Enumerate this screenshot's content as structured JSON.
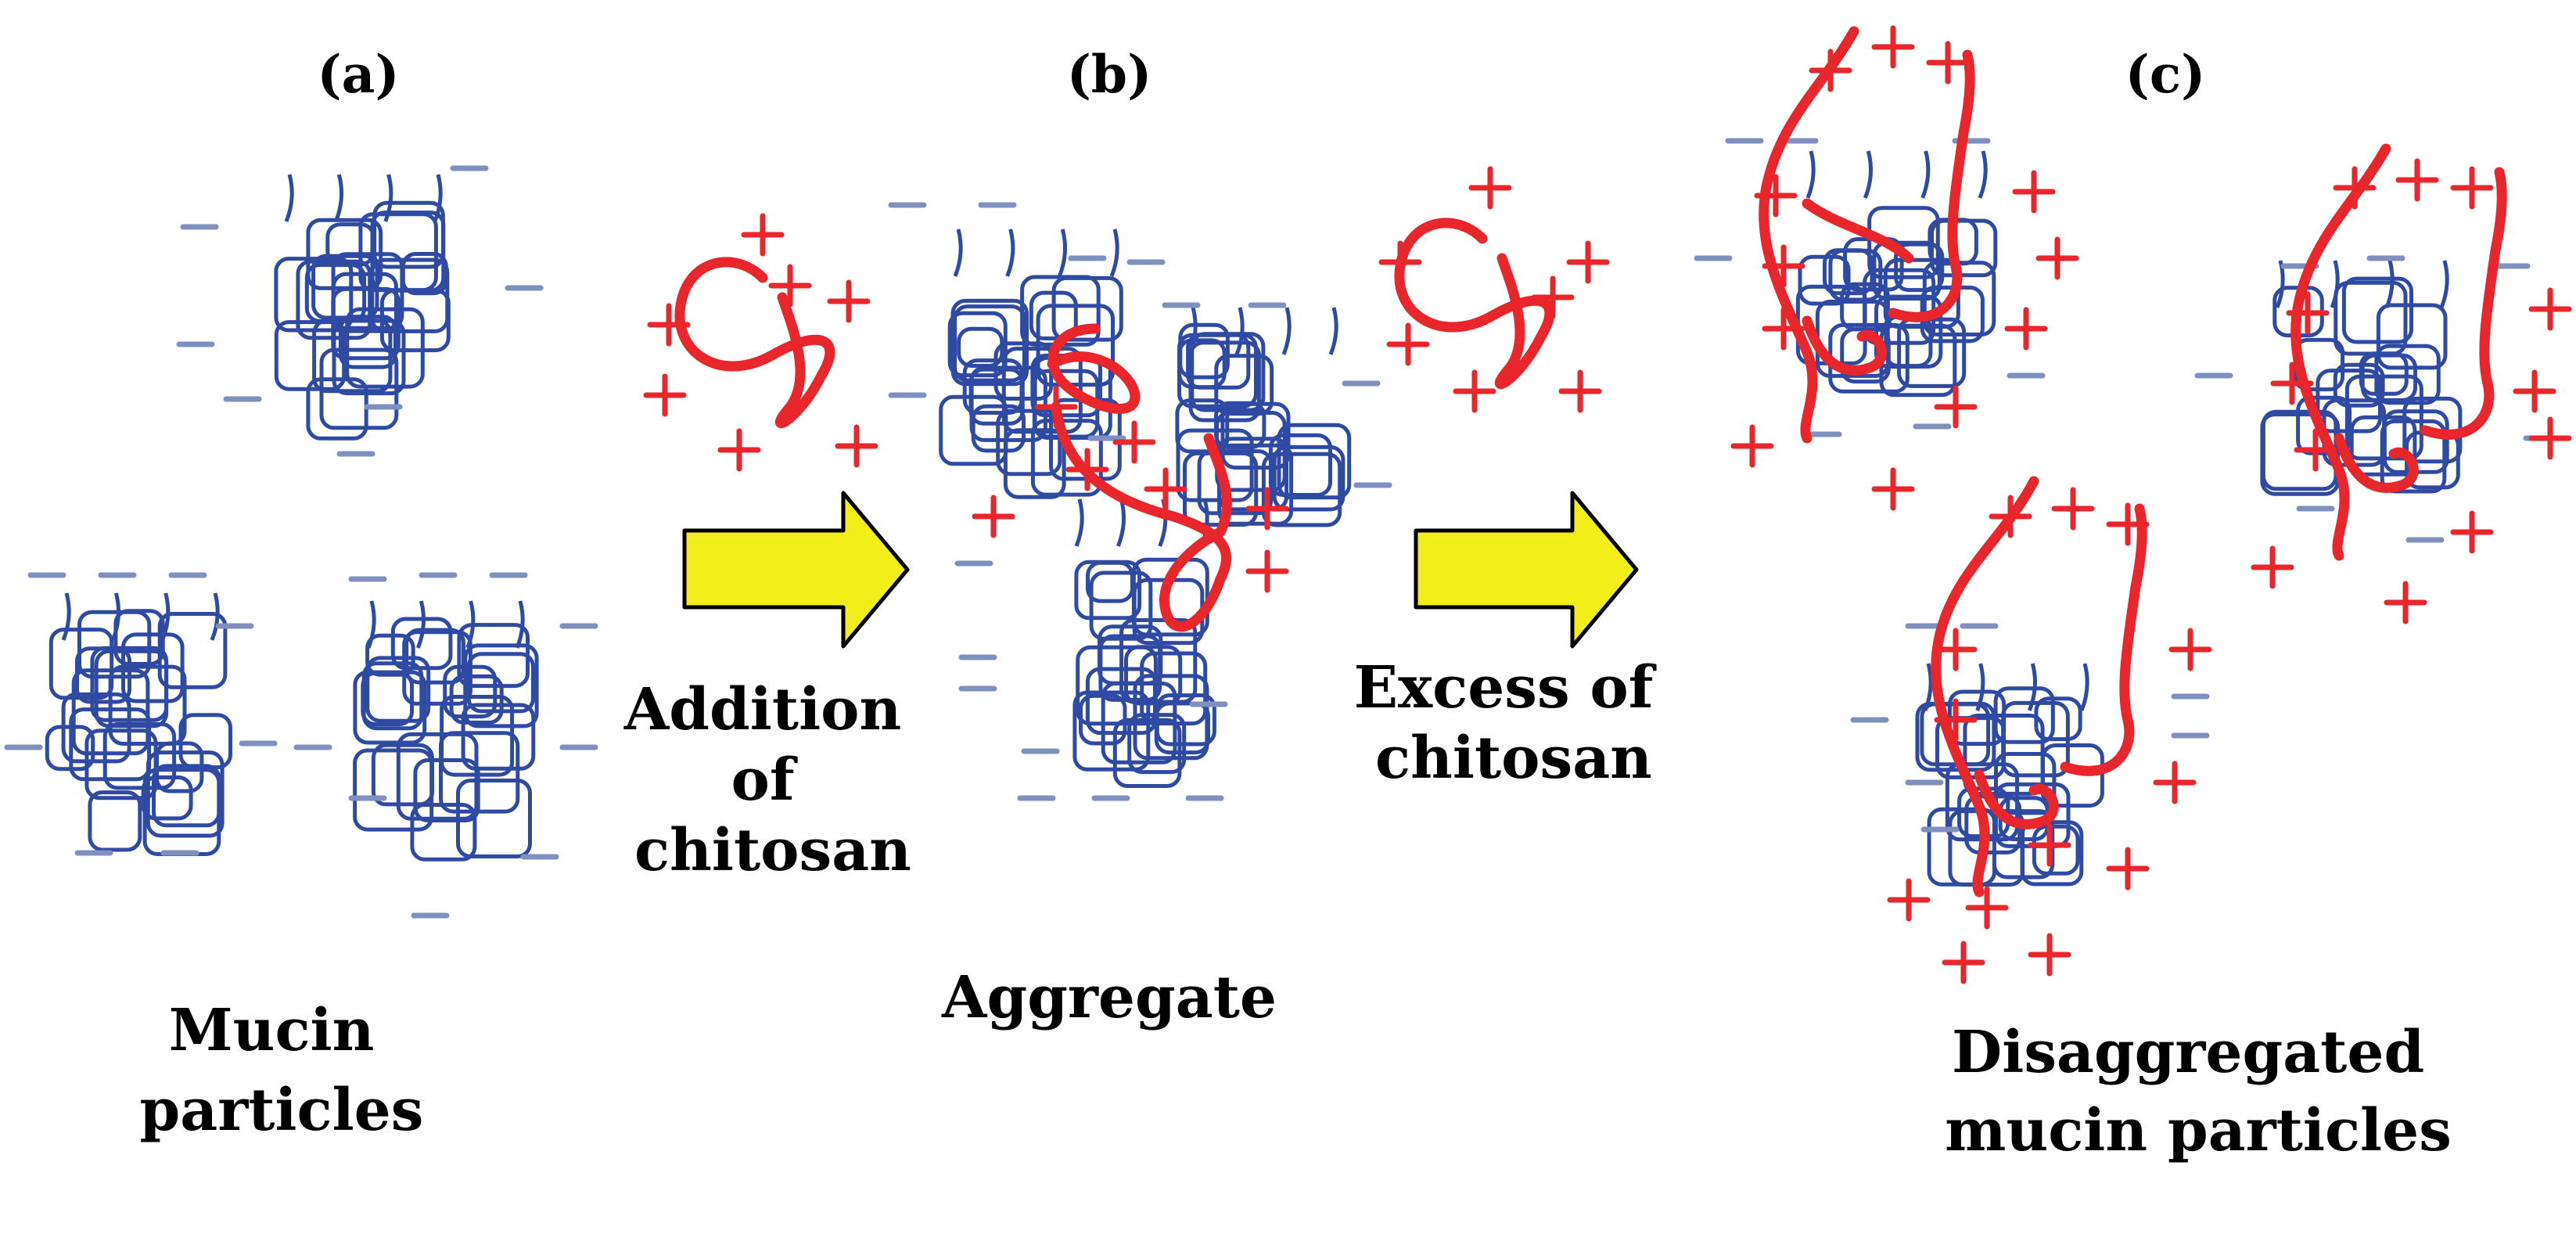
{
  "labels": {
    "panel_a": "(a)",
    "panel_b": "(b)",
    "panel_c": "(c)",
    "step1": [
      "Addition",
      "of",
      "chitosan"
    ],
    "step2": [
      "Excess of",
      "chitosan"
    ],
    "caption_a": [
      "Mucin",
      "particles"
    ],
    "caption_b": "Aggregate",
    "caption_c": [
      "Disaggregated",
      "mucin particles"
    ]
  },
  "colors": {
    "mucin": "#2f4aa3",
    "negative_charge": "#7f8fbf",
    "chitosan": "#e8262b",
    "positive_charge": "#e8262b",
    "arrow_fill": "#f2ee1a",
    "arrow_stroke": "#000000"
  },
  "icons": {
    "mucin_particle": "tangled-coil-icon",
    "chitosan_chain": "polymer-chain-icon",
    "negative_charge": "minus-sign",
    "positive_charge": "plus-sign",
    "process_arrow": "right-arrow-icon"
  }
}
